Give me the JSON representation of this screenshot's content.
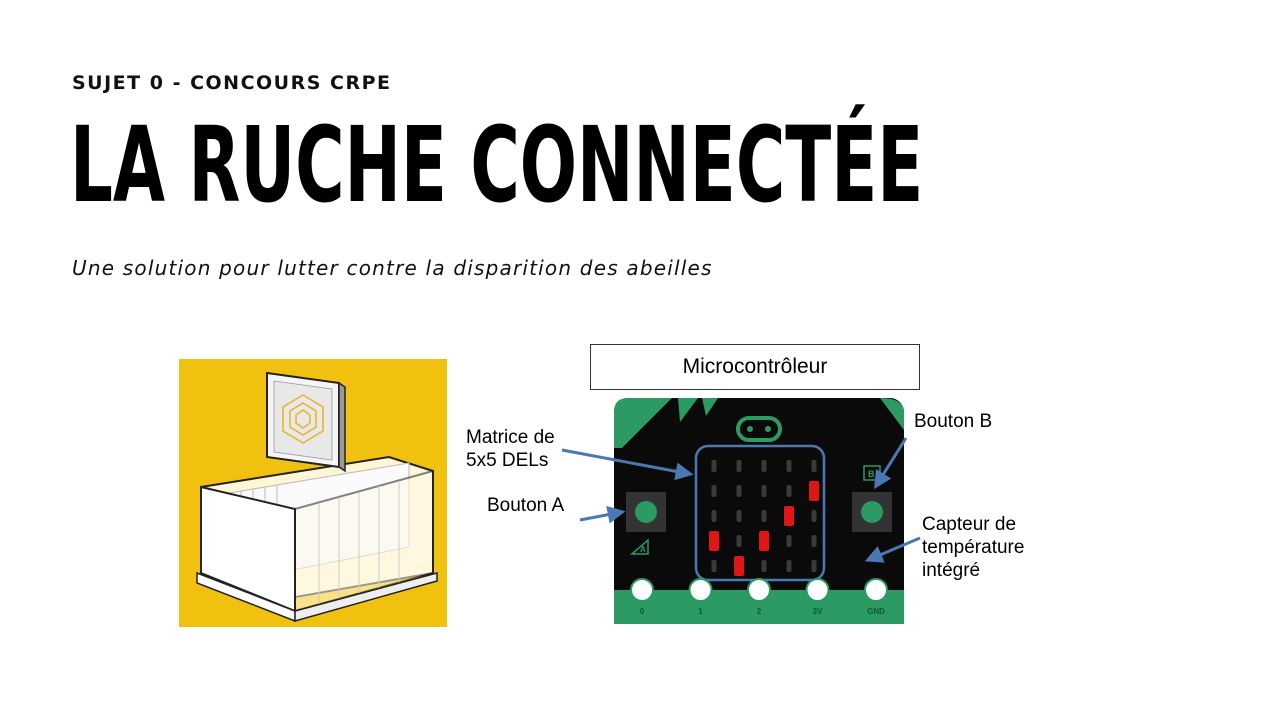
{
  "header": {
    "kicker": "SUJET 0 - CONCOURS CRPE",
    "title": "LA RUCHE CONNECTÉE",
    "subtitle": "Une solution pour lutter contre la disparition des abeilles"
  },
  "diagram": {
    "box_title": "Microcontrôleur",
    "labels": {
      "matrix_line1": "Matrice de",
      "matrix_line2": "5x5 DELs",
      "button_a": "Bouton A",
      "button_b": "Bouton B",
      "temp_line1": "Capteur de",
      "temp_line2": "température",
      "temp_line3": "intégré"
    },
    "pins": [
      "0",
      "1",
      "2",
      "3V",
      "GND"
    ],
    "button_marks": {
      "a": "A",
      "b": "B"
    },
    "led_matrix": [
      [
        0,
        0,
        0,
        0,
        0
      ],
      [
        0,
        0,
        0,
        0,
        1
      ],
      [
        0,
        0,
        0,
        1,
        0
      ],
      [
        1,
        0,
        1,
        0,
        0
      ],
      [
        0,
        1,
        0,
        0,
        0
      ]
    ],
    "colors": {
      "hive_bg": "#f0c20f",
      "board_green": "#2b9a63",
      "board_black": "#0a0a0a",
      "led_on": "#e01515",
      "led_off": "#3a3a3a",
      "arrow_blue": "#4a78b4"
    }
  }
}
